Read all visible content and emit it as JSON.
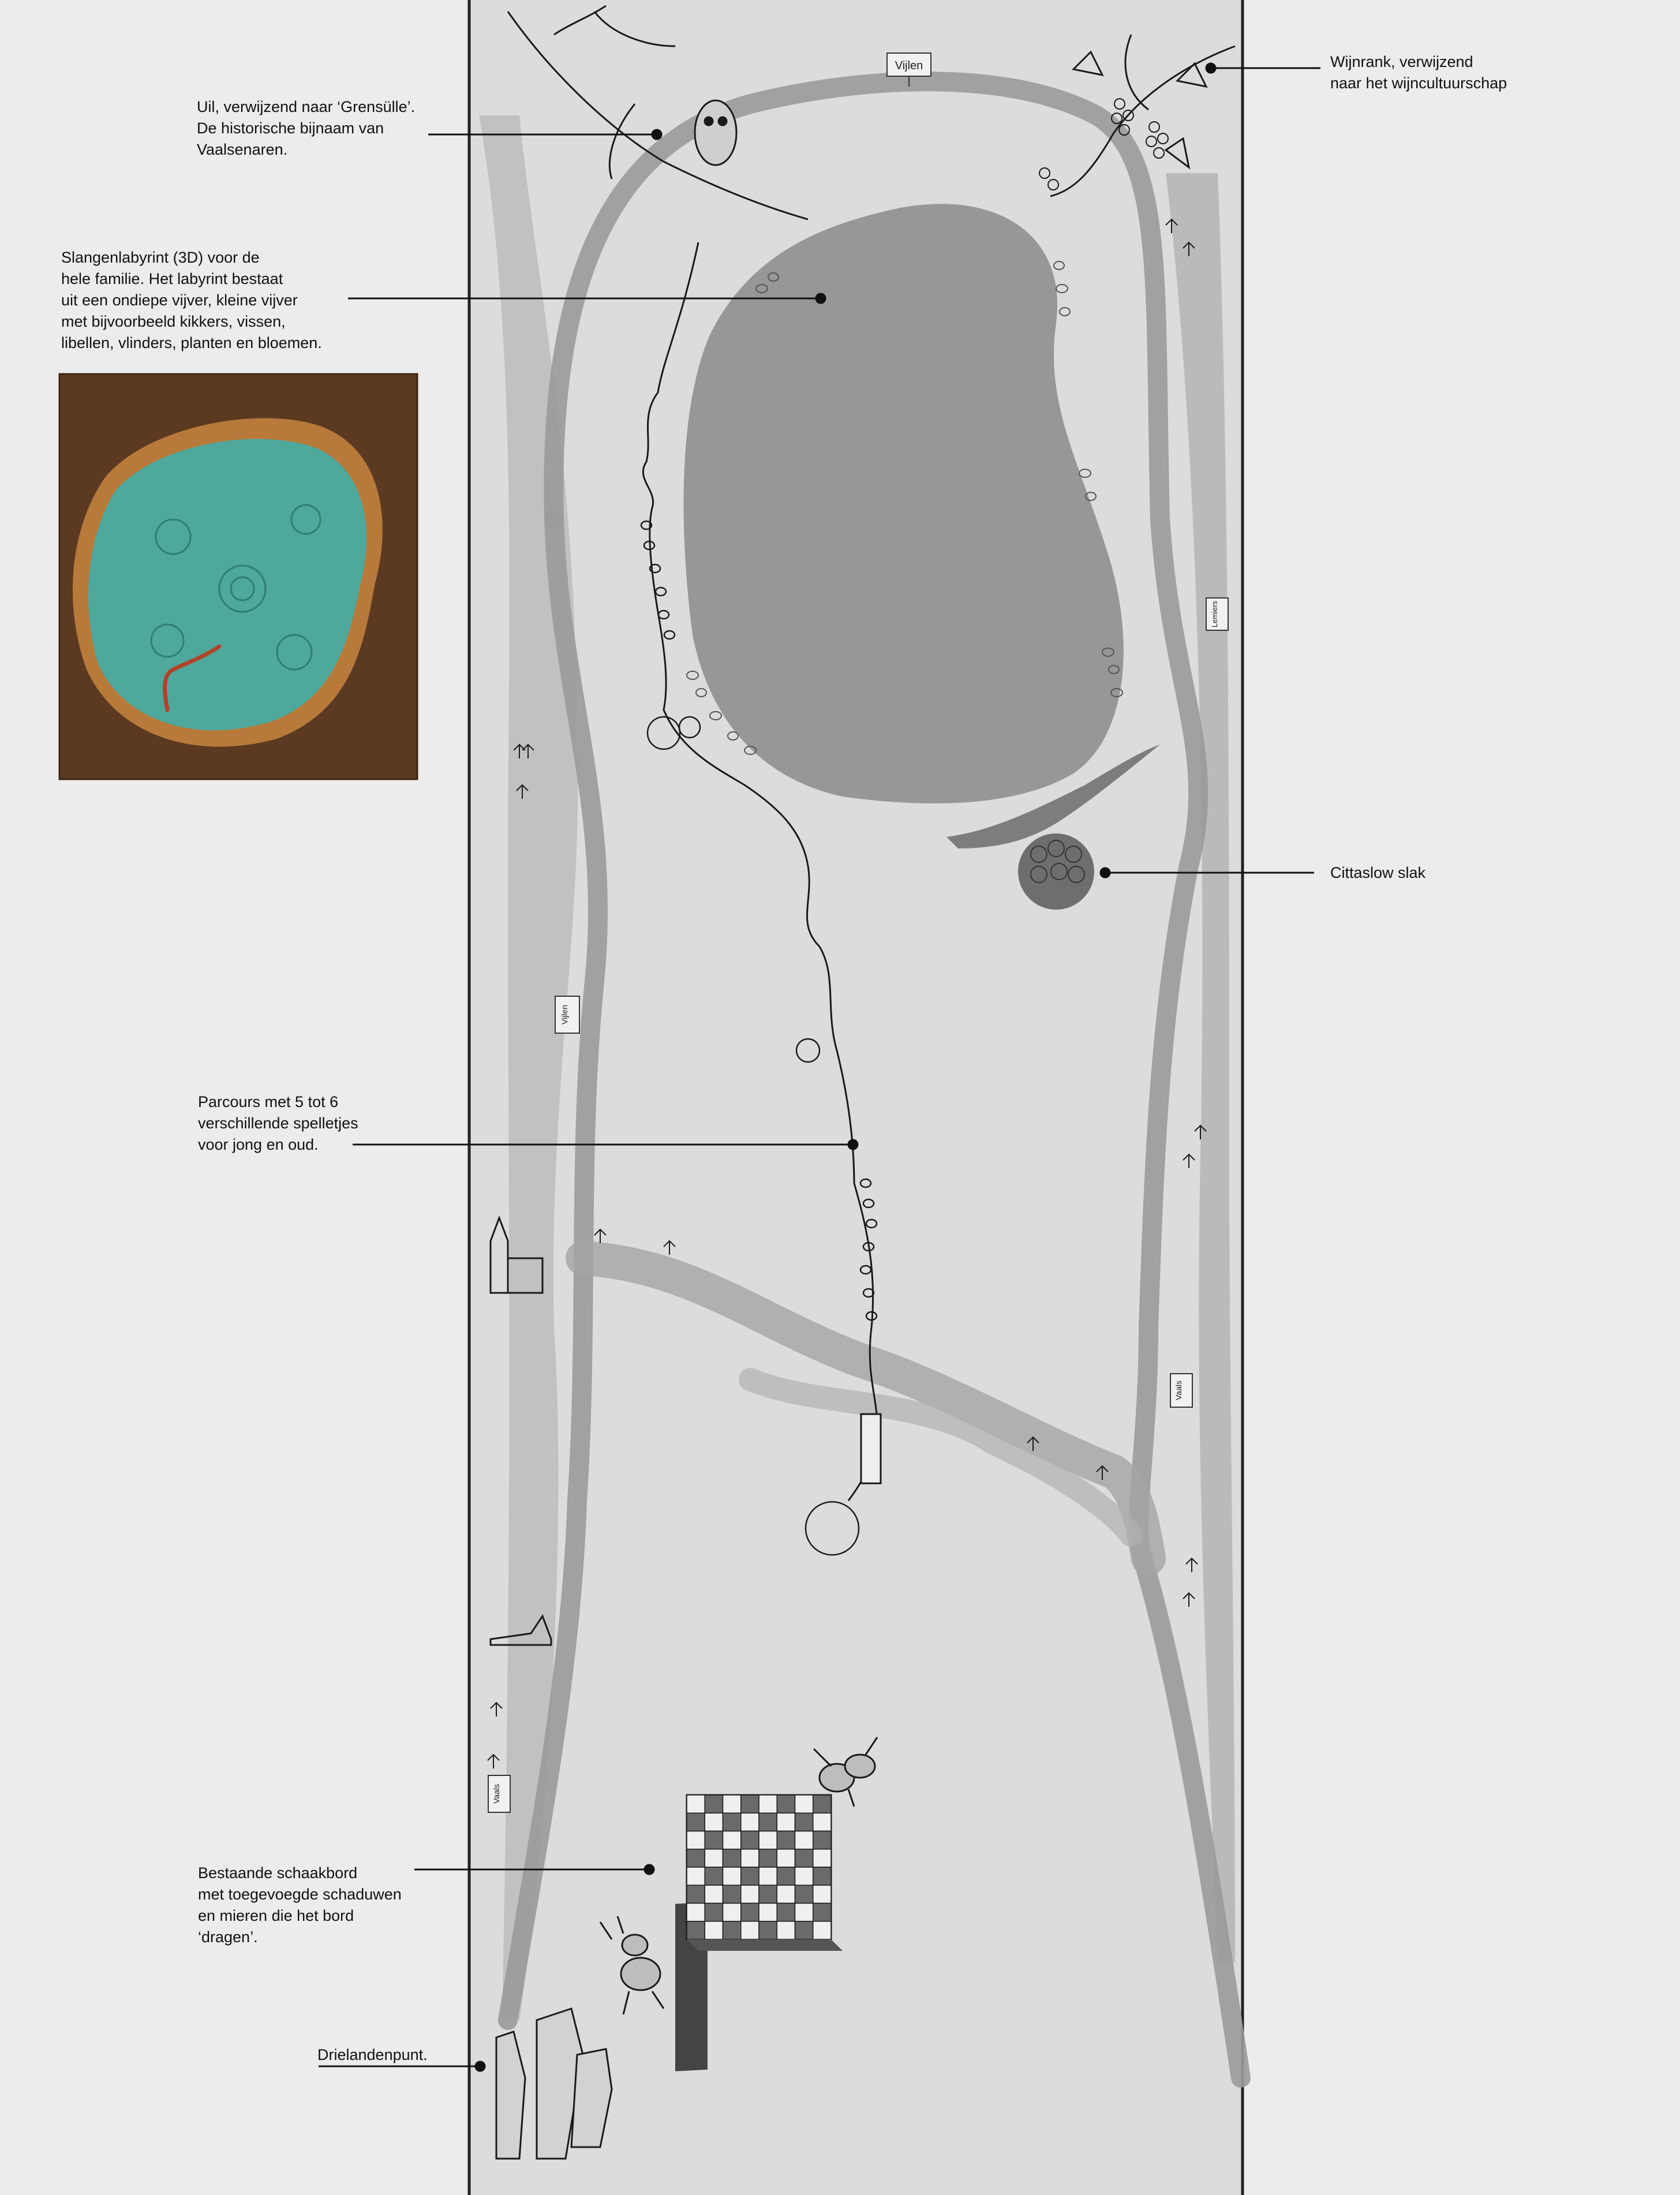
{
  "annotations": {
    "owl": {
      "lines": [
        "Uil, verwijzend naar ‘Grensülle’.",
        "De historische bijnaam van",
        "Vaalsenaren."
      ]
    },
    "snake_maze": {
      "lines": [
        "Slangenlabyrint (3D) voor de",
        "hele familie. Het labyrint bestaat",
        "uit een ondiepe vijver, kleine vijver",
        "met bijvoorbeeld kikkers, vissen,",
        "libellen, vlinders, planten en bloemen."
      ]
    },
    "course": {
      "lines": [
        "Parcours met 5 tot 6",
        "verschillende spelletjes",
        "voor jong en oud."
      ]
    },
    "chessboard": {
      "lines": [
        "Bestaande schaakbord",
        "met toegevoegde schaduwen",
        "en mieren die het bord",
        "‘dragen’."
      ]
    },
    "tripoint": {
      "lines": [
        "Drielandenpunt."
      ]
    },
    "vine": {
      "lines": [
        "Wijnrank, verwijzend",
        "naar het wijncultuurschap"
      ]
    },
    "snail": {
      "lines": [
        "Cittaslow slak"
      ]
    }
  },
  "signs": {
    "top": "Vijlen",
    "left_upper": "Vijlen",
    "left_lower": "Vaals",
    "right_upper": "Lemiers",
    "right_lower": "Vaals"
  },
  "colors": {
    "paper": "#ececec",
    "strip": "#d9d9d9",
    "path_wash": "#9a9a9a",
    "pond": "#8f8f8f",
    "ink": "#1a1a1a",
    "photo_soil": "#5c3a22",
    "photo_rim": "#b87a3a",
    "photo_water": "#4ea89c",
    "photo_snake": "#b0442a"
  }
}
